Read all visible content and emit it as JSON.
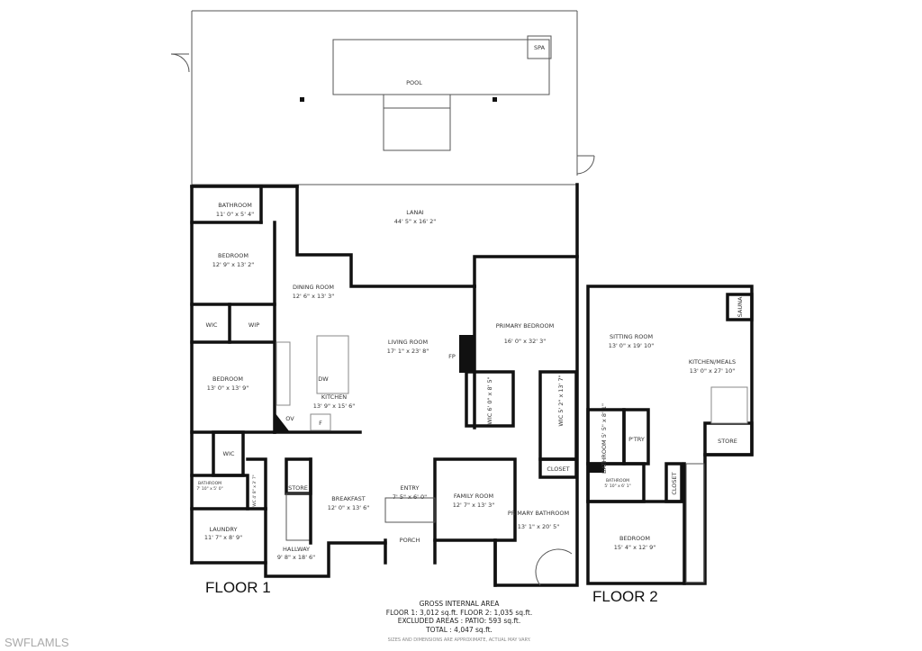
{
  "rooms": {
    "pool": {
      "name": "POOL"
    },
    "spa": {
      "name": "SPA"
    },
    "lanai": {
      "name": "LANAI",
      "dim": "44' 5\" x 16' 2\""
    },
    "bathroom1": {
      "name": "BATHROOM",
      "dim": "11' 0\" x 5' 4\""
    },
    "bedroom1": {
      "name": "BEDROOM",
      "dim": "12' 9\" x 13' 2\""
    },
    "wic1": {
      "name": "WIC"
    },
    "wip": {
      "name": "WIP"
    },
    "bedroom2": {
      "name": "BEDROOM",
      "dim": "13' 0\" x 13' 9\""
    },
    "dining": {
      "name": "DINING ROOM",
      "dim": "12' 6\" x 13' 3\""
    },
    "living": {
      "name": "LIVING ROOM",
      "dim": "17' 1\" x 23' 8\""
    },
    "fp": {
      "name": "FP"
    },
    "dw": {
      "name": "DW"
    },
    "kitchen": {
      "name": "KITCHEN",
      "dim": "13' 9\" x 15' 6\""
    },
    "ov": {
      "name": "OV"
    },
    "fridge": {
      "name": "F"
    },
    "primary_bedroom": {
      "name": "PRIMARY BEDROOM",
      "dim": "16' 0\" x 32' 3\""
    },
    "wic_primary1": {
      "name": "WIC",
      "dim": "6' 0\" x 8' 5\""
    },
    "wic_primary2": {
      "name": "WIC",
      "dim": "5' 2\" x 13' 7\""
    },
    "closet1": {
      "name": "CLOSET"
    },
    "wic2": {
      "name": "WIC"
    },
    "bathroom2": {
      "name": "BATHROOM",
      "dim": "7' 10\" x 5' 0\""
    },
    "wc": {
      "name": "WC",
      "dim": "4' 8\" x 3' 7\""
    },
    "store1": {
      "name": "STORE"
    },
    "breakfast": {
      "name": "BREAKFAST",
      "dim": "12' 0\" x 13' 6\""
    },
    "entry": {
      "name": "ENTRY",
      "dim": "7' 5\" x 6' 0\""
    },
    "family": {
      "name": "FAMILY ROOM",
      "dim": "12' 7\" x 13' 3\""
    },
    "primary_bath": {
      "name": "PRIMARY BATHROOM",
      "dim": "13' 1\" x 20' 5\""
    },
    "laundry": {
      "name": "LAUNDRY",
      "dim": "11' 7\" x 8' 9\""
    },
    "hallway": {
      "name": "HALLWAY",
      "dim": "9' 8\" x 18' 6\""
    },
    "porch": {
      "name": "PORCH"
    },
    "sitting": {
      "name": "SITTING ROOM",
      "dim": "13' 0\" x 19' 10\""
    },
    "sauna": {
      "name": "SAUNA"
    },
    "kitchen_meals": {
      "name": "KITCHEN/MEALS",
      "dim": "13' 0\" x 27' 10\""
    },
    "store2": {
      "name": "STORE"
    },
    "bathroom3": {
      "name": "BATHROOM",
      "dim": "5' 5\" x 8' 1\""
    },
    "pantry": {
      "name": "P'TRY"
    },
    "bathroom4": {
      "name": "BATHROOM",
      "dim": "5' 10\" x 6' 1\""
    },
    "closet2": {
      "name": "CLOSET"
    },
    "bedroom3": {
      "name": "BEDROOM",
      "dim": "15' 4\" x 12' 9\""
    }
  },
  "floor_labels": {
    "floor1": "FLOOR 1",
    "floor2": "FLOOR 2"
  },
  "area_summary": {
    "title": "GROSS INTERNAL AREA",
    "line1": "FLOOR 1: 3,012 sq.ft. FLOOR 2: 1,035 sq.ft.",
    "line2": "EXCLUDED AREAS : PATIO: 593 sq.ft.",
    "line3": "TOTAL :  4,047 sq.ft.",
    "disclaimer": "SIZES AND DIMENSIONS ARE APPROXIMATE, ACTUAL MAY VARY."
  },
  "watermark": "SWFLAMLS"
}
